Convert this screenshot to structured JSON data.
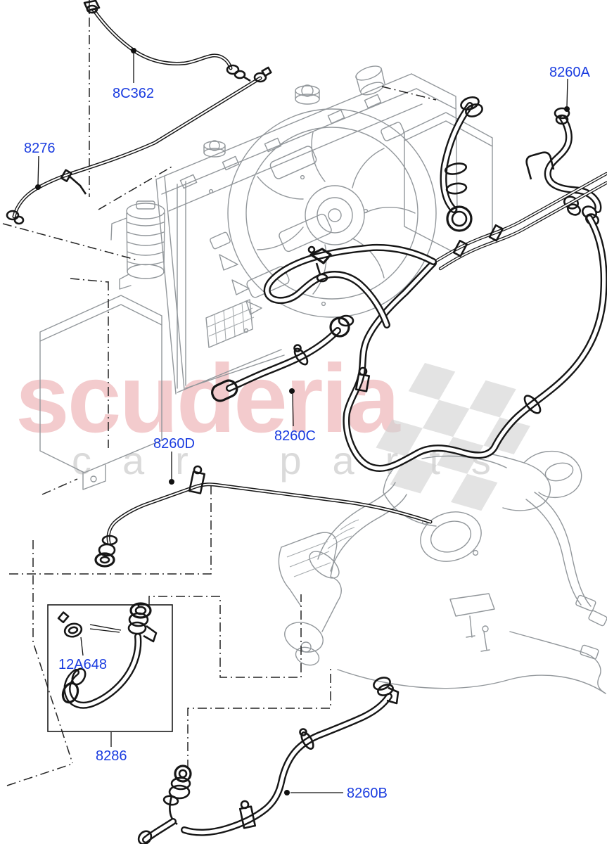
{
  "diagram": {
    "watermark": {
      "brand": "scuderia",
      "subbrand": "car parts"
    },
    "colors": {
      "label_blue": "#1a3ce0",
      "hose_black": "#161616",
      "assembly_gray": "#92979b",
      "watermark_pink": "rgba(203,38,48,0.24)",
      "watermark_gray": "#dadada"
    },
    "labels": [
      {
        "id": "8C362",
        "text": "8C362"
      },
      {
        "id": "8276",
        "text": "8276"
      },
      {
        "id": "8260A",
        "text": "8260A"
      },
      {
        "id": "8260D",
        "text": "8260D"
      },
      {
        "id": "8260C",
        "text": "8260C"
      },
      {
        "id": "12A648",
        "text": "12A648"
      },
      {
        "id": "8286",
        "text": "8286"
      },
      {
        "id": "8260B",
        "text": "8260B"
      }
    ]
  }
}
